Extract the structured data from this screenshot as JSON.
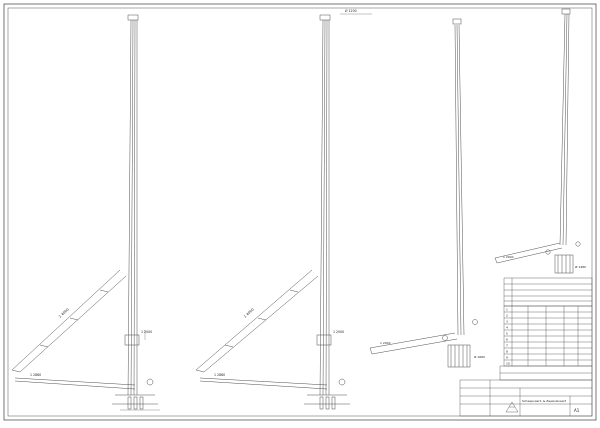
{
  "drawing": {
    "stroke_color": "#3a3a3a",
    "background": "#ffffff",
    "dimension_labels": {
      "top_width_view2": "Ø 1200",
      "mast_height_left": "1 2000",
      "mast_height_right": "1 2000",
      "brace_left": "1 4000",
      "brace_right": "1 4000",
      "base_left": "1 2880",
      "base_right": "1 2880",
      "boom_iso_left": "1 2000",
      "boom_iso_right": "1 2000",
      "pedestal_a": "Ø 1660",
      "pedestal_b": "Ø 1480"
    },
    "title_block": {
      "row_labels": [
        "1",
        "2",
        "3",
        "4",
        "5",
        "6",
        "7",
        "8",
        "9",
        "10"
      ],
      "company": "Scheepvaart- & Zeesnelvaart",
      "sheet_no": "A1"
    }
  }
}
